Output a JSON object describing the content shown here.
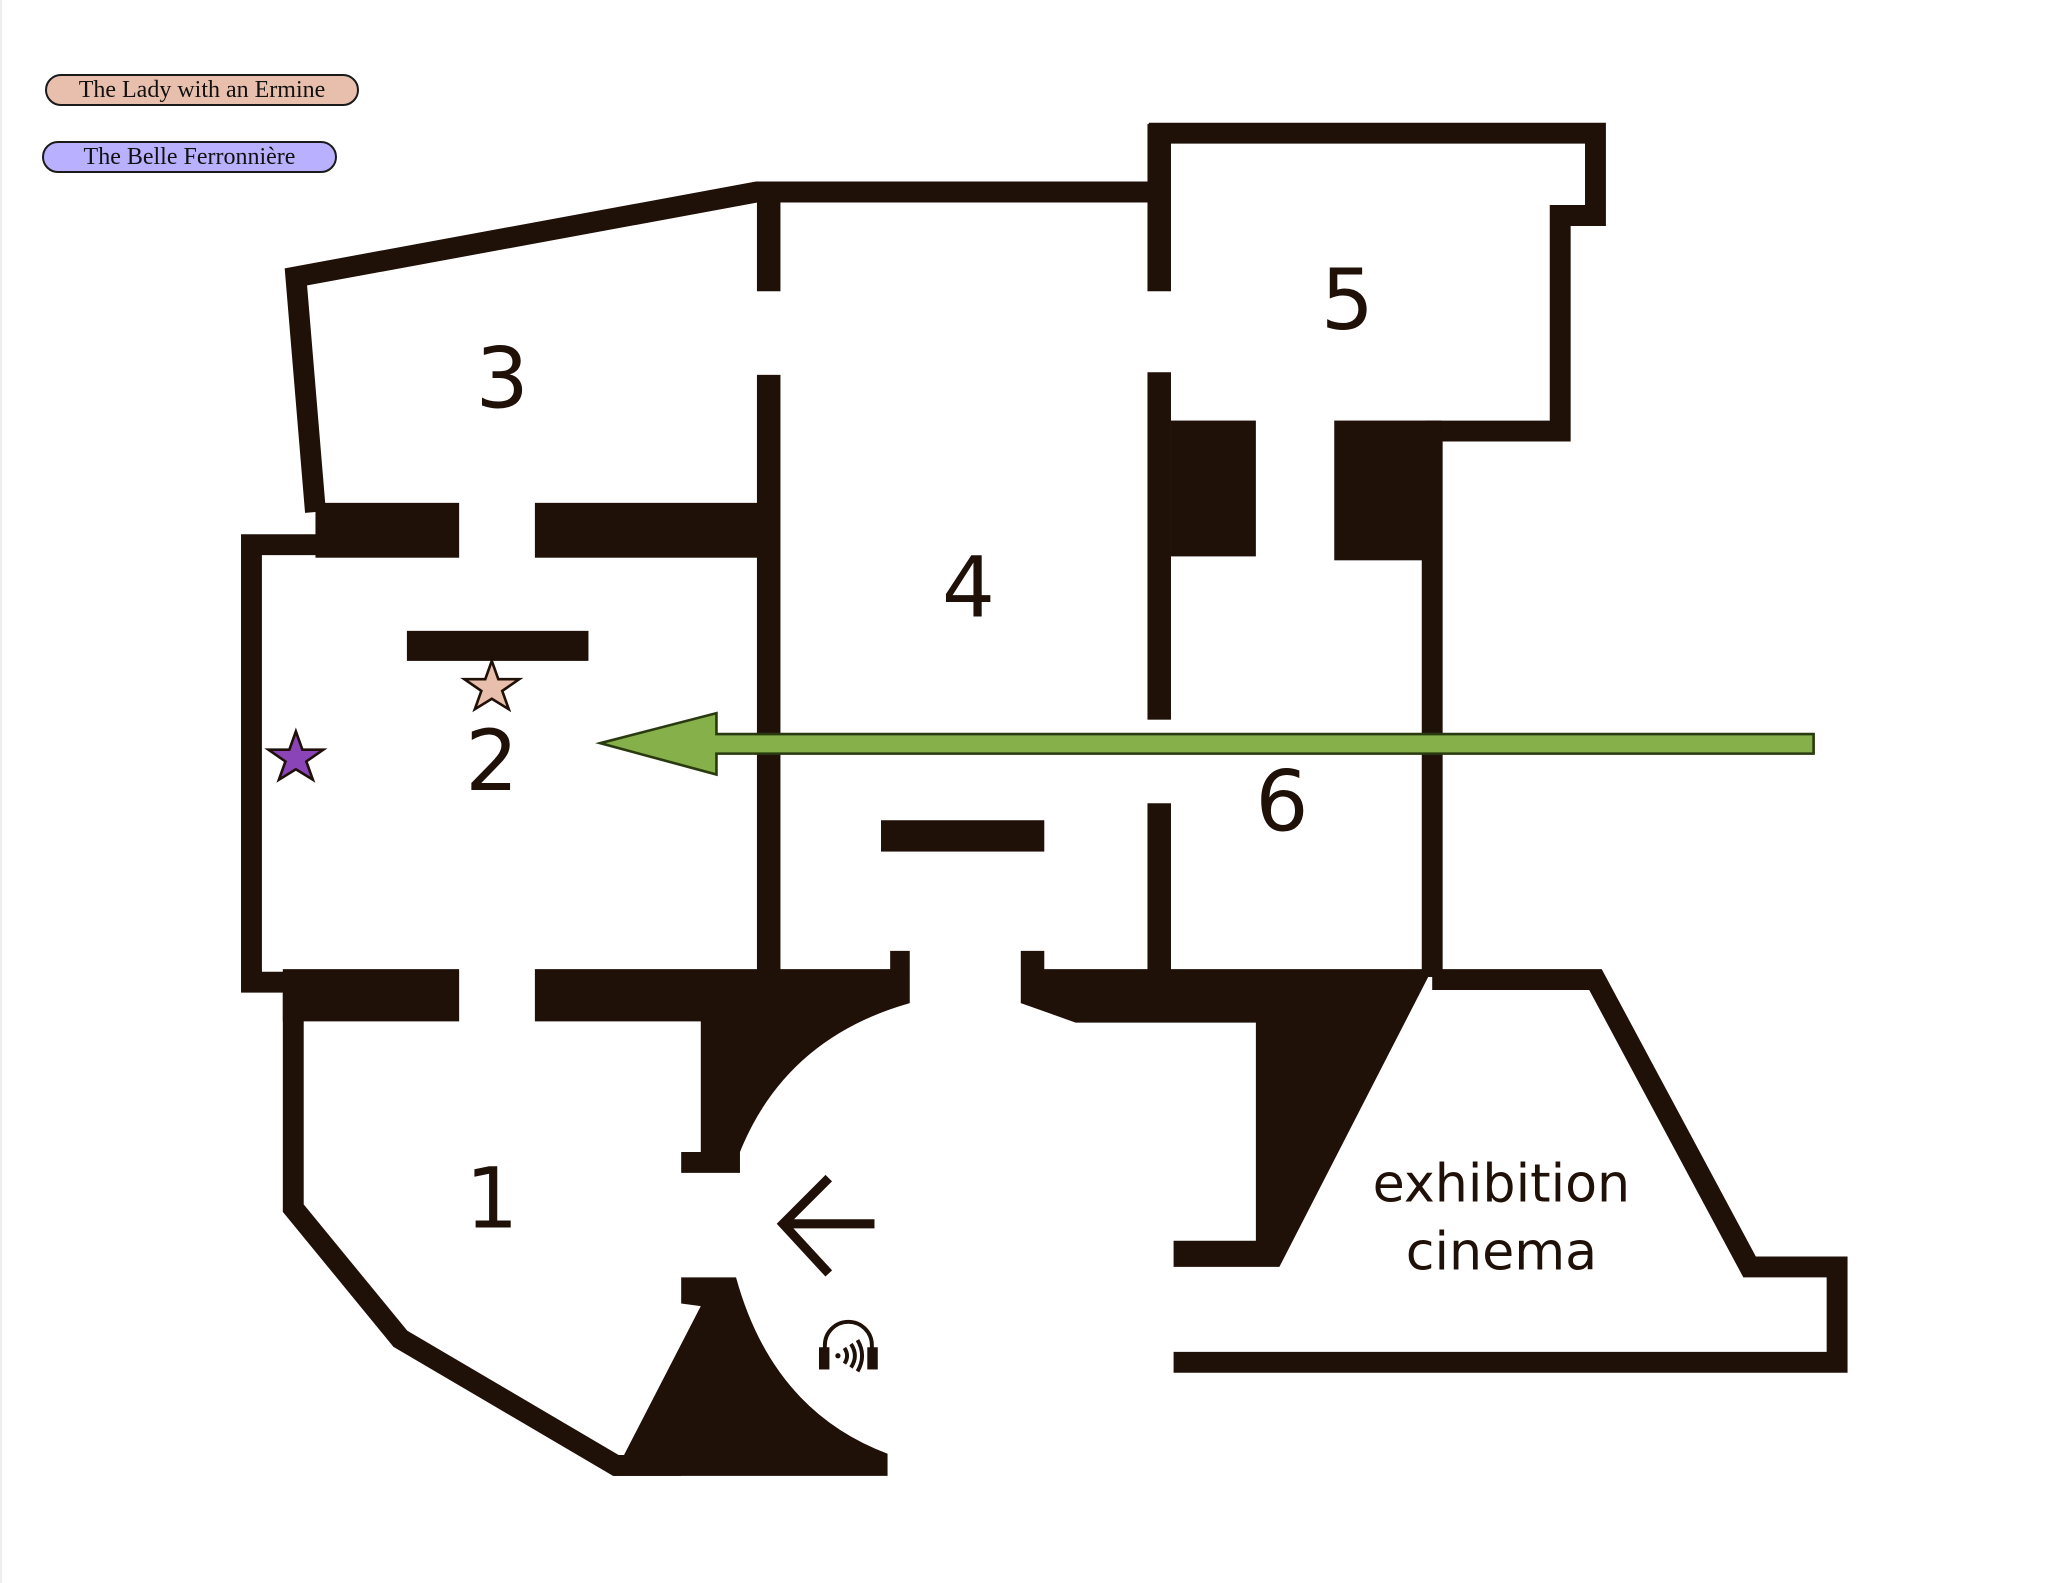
{
  "legend": [
    {
      "label": "The Lady with an Ermine",
      "color": "#e8bfad"
    },
    {
      "label": "The Belle Ferronnière",
      "color": "#b9b1ff"
    }
  ],
  "map": {
    "rooms": [
      "1",
      "2",
      "3",
      "4",
      "5",
      "6"
    ],
    "cinema_line1": "exhibition",
    "cinema_line2": "cinema",
    "wall_color": "#1f1008",
    "markers": [
      {
        "painting": "The Lady with an Ermine",
        "room": "2",
        "icon": "star-icon",
        "color": "#e8bfad"
      },
      {
        "painting": "The Belle Ferronnière",
        "room": "2",
        "icon": "star-icon",
        "color": "#8a44b8"
      }
    ],
    "direction_arrow_color": "#86b04a",
    "entrance_icon": "arrow-left-icon",
    "audio_icon": "headphones-icon"
  }
}
